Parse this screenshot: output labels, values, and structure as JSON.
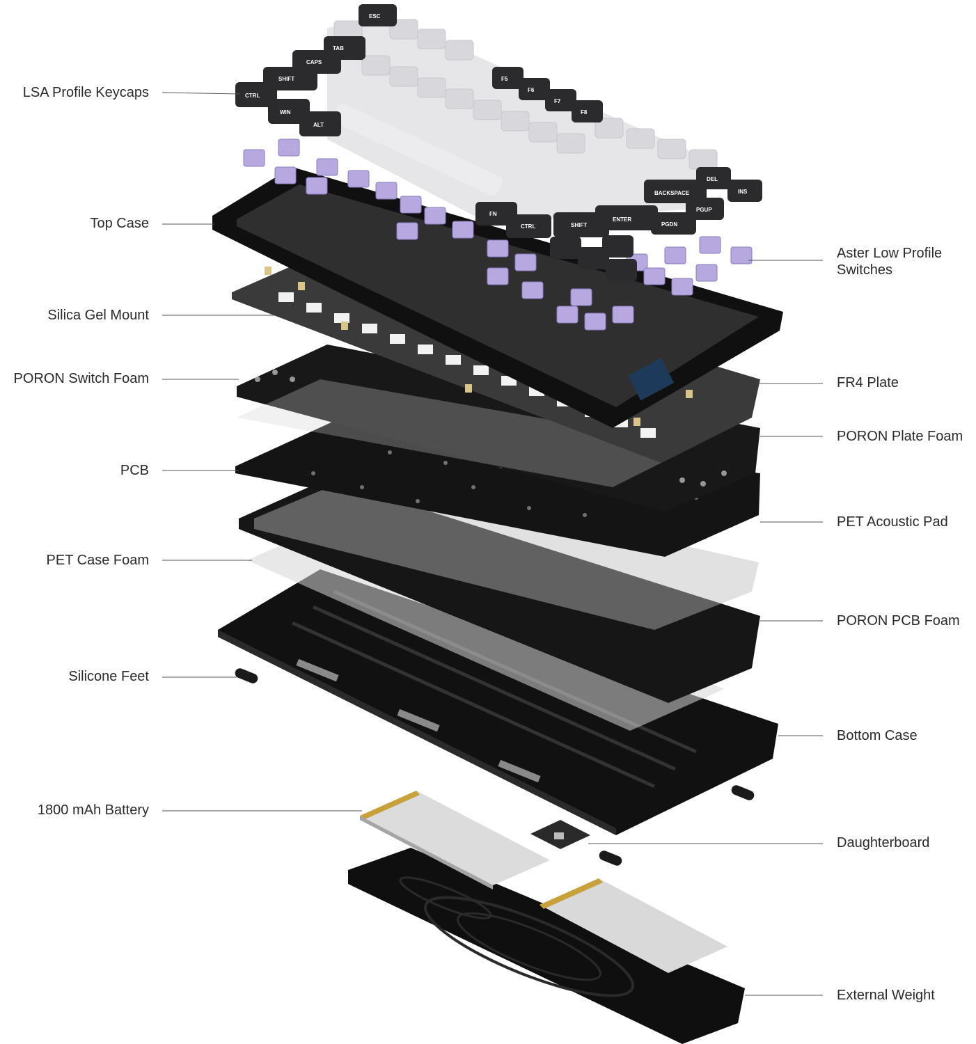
{
  "labels_left": [
    "LSA Profile Keycaps",
    "Top Case",
    "Silica Gel Mount",
    "PORON Switch Foam",
    "PCB",
    "PET Case Foam",
    "Silicone Feet",
    "1800 mAh Battery"
  ],
  "labels_right": [
    [
      "Aster Low Profile",
      "Switches"
    ],
    [
      "FR4 Plate"
    ],
    [
      "PORON Plate Foam"
    ],
    [
      "PET Acoustic Pad"
    ],
    [
      "PORON PCB Foam"
    ],
    [
      "Bottom Case"
    ],
    [
      "Daughterboard"
    ],
    [
      "External Weight"
    ]
  ],
  "keycap_legends": {
    "esc": "ESC",
    "tab": "TAB",
    "caps": "CAPS",
    "shift": "SHIFT",
    "ctrl": "CTRL",
    "win": "WIN",
    "alt": "ALT",
    "f5": "F5",
    "f6": "F6",
    "f7": "F7",
    "f8": "F8",
    "del": "DEL",
    "ins": "INS",
    "backspace": "BACKSPACE",
    "pgup": "PGUP",
    "enter": "ENTER",
    "pgdn": "PGDN",
    "fn": "FN",
    "ctrl2": "CTRL",
    "shift2": "SHIFT"
  },
  "colors": {
    "dark_key": "#2b2b2d",
    "light_key": "#e6e6e8",
    "switch": "#b7a9df",
    "case": "#121212",
    "foam": "#1a1a1a",
    "line": "#555555"
  }
}
